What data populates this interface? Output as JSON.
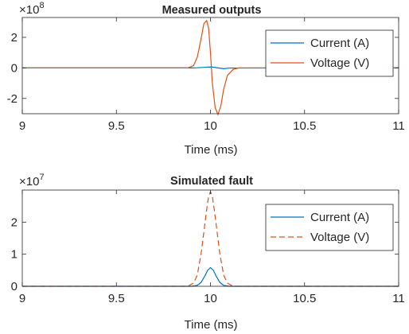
{
  "chart_data": [
    {
      "type": "line",
      "title": "Measured outputs",
      "xlabel": "Time (ms)",
      "ylabel": "",
      "xlim": [
        9,
        11
      ],
      "ylim": [
        -3.0,
        3.3
      ],
      "y_exponent_label": "×10",
      "y_exponent_power": "8",
      "x_ticks": [
        "9",
        "9.5",
        "10",
        "10.5",
        "11"
      ],
      "x_tick_values": [
        9,
        9.5,
        10,
        10.5,
        11
      ],
      "y_ticks": [
        "-2",
        "0",
        "2"
      ],
      "y_tick_values": [
        -2,
        0,
        2
      ],
      "legend_position": "top-right",
      "grid": false,
      "series": [
        {
          "name": "Current (A)",
          "color": "#0072BD",
          "dash": "solid",
          "x": [
            9.0,
            9.9,
            9.93,
            9.96,
            9.98,
            10.0,
            10.02,
            10.04,
            10.07,
            10.1,
            11.0
          ],
          "y": [
            0,
            0,
            0.01,
            0.03,
            0.05,
            0.06,
            0.04,
            0.0,
            -0.05,
            -0.01,
            0
          ]
        },
        {
          "name": "Voltage (V)",
          "color": "#D95319",
          "dash": "solid",
          "x": [
            9.0,
            9.88,
            9.91,
            9.93,
            9.95,
            9.965,
            9.98,
            9.99,
            10.0,
            10.01,
            10.025,
            10.04,
            10.055,
            10.07,
            10.09,
            10.12,
            10.15,
            11.0
          ],
          "y": [
            0,
            0,
            0.15,
            0.7,
            1.9,
            2.9,
            3.1,
            2.6,
            1.0,
            -1.0,
            -2.6,
            -3.05,
            -2.5,
            -1.4,
            -0.5,
            -0.1,
            0,
            0
          ]
        }
      ]
    },
    {
      "type": "line",
      "title": "Simulated fault",
      "xlabel": "Time (ms)",
      "ylabel": "",
      "xlim": [
        9,
        11
      ],
      "ylim": [
        0,
        3.0
      ],
      "y_exponent_label": "×10",
      "y_exponent_power": "7",
      "x_ticks": [
        "9",
        "9.5",
        "10",
        "10.5",
        "11"
      ],
      "x_tick_values": [
        9,
        9.5,
        10,
        10.5,
        11
      ],
      "y_ticks": [
        "0",
        "1",
        "2"
      ],
      "y_tick_values": [
        0,
        1,
        2
      ],
      "legend_position": "top-right",
      "grid": false,
      "series": [
        {
          "name": "Current (A)",
          "color": "#0072BD",
          "dash": "solid",
          "x": [
            9.0,
            9.9,
            9.93,
            9.95,
            9.97,
            9.985,
            10.0,
            10.015,
            10.03,
            10.05,
            10.07,
            10.1,
            11.0
          ],
          "y": [
            0,
            0,
            0.03,
            0.12,
            0.32,
            0.5,
            0.58,
            0.5,
            0.32,
            0.12,
            0.03,
            0,
            0
          ]
        },
        {
          "name": "Voltage (V)",
          "color": "#D95319",
          "dash": "dashed",
          "x": [
            9.0,
            9.88,
            9.91,
            9.93,
            9.95,
            9.965,
            9.98,
            9.99,
            10.0,
            10.01,
            10.02,
            10.035,
            10.05,
            10.07,
            10.09,
            10.12,
            11.0
          ],
          "y": [
            0,
            0,
            0.1,
            0.35,
            1.0,
            1.7,
            2.4,
            2.8,
            2.95,
            2.8,
            2.4,
            1.7,
            1.0,
            0.35,
            0.1,
            0,
            0
          ]
        }
      ]
    }
  ]
}
